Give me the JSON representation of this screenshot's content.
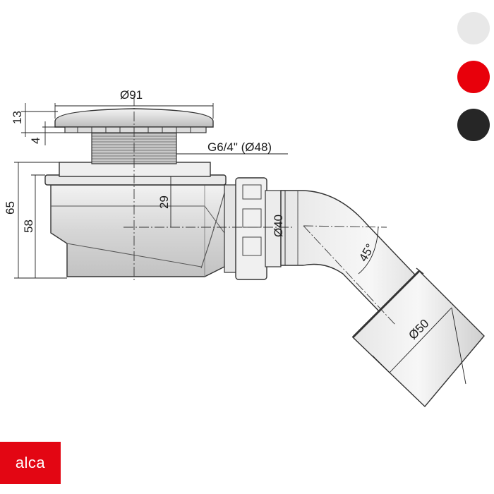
{
  "dimensions": {
    "cap_diameter": "Ø91",
    "cap_height": "13",
    "cap_gap": "4",
    "thread": "G6/4\" (Ø48)",
    "total_height": "65",
    "body_height": "58",
    "outlet_axis_depth": "29",
    "outlet_diameter": "Ø40",
    "elbow_angle": "45°",
    "pipe_diameter": "Ø50"
  },
  "color_options": [
    {
      "name": "white",
      "color": "#e8e8e8"
    },
    {
      "name": "red",
      "color": "#e8000b"
    },
    {
      "name": "black",
      "color": "#262626"
    }
  ],
  "brand": {
    "logo_text": "alca",
    "color": "#e30613"
  }
}
